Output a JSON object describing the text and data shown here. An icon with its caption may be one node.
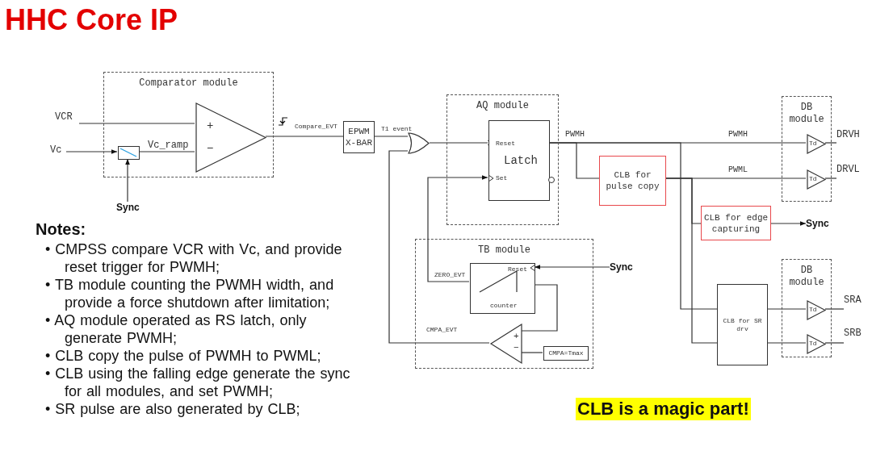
{
  "diagram": {
    "title": "HHC Core IP",
    "nodes": [
      {
        "text": [
          "Comparator module"
        ]
      },
      {
        "text": [],
        "shape": "box",
        "in": 0
      },
      {
        "text": [
          "+",
          "−"
        ],
        "in": 0
      },
      {
        "text": [
          "EPWM X-BAR"
        ]
      },
      {
        "text": [],
        "shape": "gate"
      },
      {
        "text": [
          "AQ module"
        ]
      },
      {
        "text": [
          "Reset",
          "Latch",
          "Set"
        ],
        "in": 5
      },
      {
        "text": [
          "TB module"
        ]
      },
      {
        "text": [
          "Reset",
          "counter"
        ],
        "in": 7
      },
      {
        "text": [
          "+",
          "−"
        ],
        "in": 7
      },
      {
        "text": [
          "CMPA=Tmax"
        ],
        "in": 7
      },
      {
        "text": [
          "CLB for pulse copy"
        ]
      },
      {
        "text": [
          "CLB for edge capturing"
        ]
      },
      {
        "text": [
          "CLB for SR drv"
        ]
      },
      {
        "text": [
          "DB module"
        ]
      },
      {
        "text": [
          "Td"
        ],
        "in": 14
      },
      {
        "text": [
          "Td"
        ],
        "in": 14
      },
      {
        "text": [
          "DB module"
        ]
      },
      {
        "text": [
          "Td"
        ],
        "in": 17
      },
      {
        "text": [
          "Td"
        ],
        "in": 17
      },
      {
        "text": [
          "VCR"
        ]
      },
      {
        "text": [
          "Vc"
        ]
      },
      {
        "text": [
          "Sync"
        ]
      },
      {
        "text": [
          "Sync"
        ]
      },
      {
        "text": [
          "Sync"
        ]
      },
      {
        "text": [
          "DRVH"
        ]
      },
      {
        "text": [
          "DRVL"
        ]
      },
      {
        "text": [
          "SRA"
        ]
      },
      {
        "text": [
          "SRB"
        ]
      }
    ],
    "edges": [
      {
        "from": 20,
        "to": 2,
        "arrow": "none"
      },
      {
        "from": 21,
        "to": 1,
        "arrow": "to"
      },
      {
        "from": 22,
        "to": 1,
        "arrow": "to"
      },
      {
        "from": 1,
        "to": 2,
        "arrow": "none",
        "label": "Vc_ramp"
      },
      {
        "from": 2,
        "to": 3,
        "arrow": "none",
        "label": "Compare_EVT"
      },
      {
        "from": 3,
        "to": 4,
        "arrow": "none",
        "label": "T1 event"
      },
      {
        "from": 4,
        "to": 6,
        "arrow": "to"
      },
      {
        "from": 8,
        "to": 6,
        "arrow": "to",
        "label": "ZERO_EVT"
      },
      {
        "from": 6,
        "to": 11,
        "arrow": "none",
        "label": "PWMH"
      },
      {
        "from": 6,
        "to": 15,
        "arrow": "none",
        "label": "PWMH"
      },
      {
        "from": 11,
        "to": 16,
        "arrow": "none",
        "label": "PWML"
      },
      {
        "from": 11,
        "to": 12,
        "arrow": "none"
      },
      {
        "from": 11,
        "to": 13,
        "arrow": "none"
      },
      {
        "from": 6,
        "to": 13,
        "arrow": "none"
      },
      {
        "from": 12,
        "to": 23,
        "arrow": "to"
      },
      {
        "from": 24,
        "to": 8,
        "arrow": "to"
      },
      {
        "from": 8,
        "to": 9,
        "arrow": "none"
      },
      {
        "from": 10,
        "to": 9,
        "arrow": "none"
      },
      {
        "from": 9,
        "to": 4,
        "arrow": "none",
        "label": "CMPA_EVT"
      },
      {
        "from": 15,
        "to": 25,
        "arrow": "none"
      },
      {
        "from": 16,
        "to": 26,
        "arrow": "none"
      },
      {
        "from": 13,
        "to": 18,
        "arrow": "none"
      },
      {
        "from": 13,
        "to": 19,
        "arrow": "none"
      },
      {
        "from": 18,
        "to": 27,
        "arrow": "none"
      },
      {
        "from": 19,
        "to": 28,
        "arrow": "none"
      }
    ],
    "labels": [
      "Notes:",
      "• CMPSS compare VCR with Vc, and provide reset trigger for PWMH;",
      "• TB module counting the PWMH width, and provide a force shutdown after limitation;",
      "• AQ module operated as RS latch, only generate PWMH;",
      "• CLB copy the pulse of PWMH to PWML;",
      "• CLB using the falling edge generate the sync for all modules, and set PWMH;",
      "• SR pulse are also generated by CLB;",
      "CLB is a magic part!"
    ]
  }
}
